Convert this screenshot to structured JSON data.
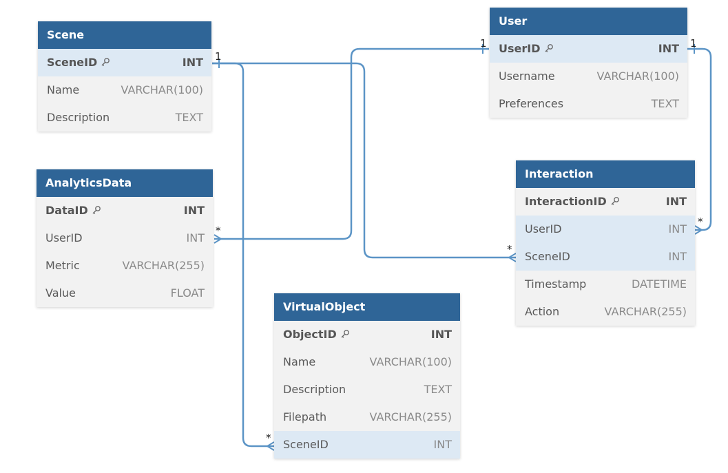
{
  "entities": {
    "scene": {
      "title": "Scene",
      "rows": [
        {
          "name": "SceneID",
          "type": "INT"
        },
        {
          "name": "Name",
          "type": "VARCHAR(100)"
        },
        {
          "name": "Description",
          "type": "TEXT"
        }
      ]
    },
    "analytics": {
      "title": "AnalyticsData",
      "rows": [
        {
          "name": "DataID",
          "type": "INT"
        },
        {
          "name": "UserID",
          "type": "INT"
        },
        {
          "name": "Metric",
          "type": "VARCHAR(255)"
        },
        {
          "name": "Value",
          "type": "FLOAT"
        }
      ]
    },
    "virtualobject": {
      "title": "VirtualObject",
      "rows": [
        {
          "name": "ObjectID",
          "type": "INT"
        },
        {
          "name": "Name",
          "type": "VARCHAR(100)"
        },
        {
          "name": "Description",
          "type": "TEXT"
        },
        {
          "name": "Filepath",
          "type": "VARCHAR(255)"
        },
        {
          "name": "SceneID",
          "type": "INT"
        }
      ]
    },
    "user": {
      "title": "User",
      "rows": [
        {
          "name": "UserID",
          "type": "INT"
        },
        {
          "name": "Username",
          "type": "VARCHAR(100)"
        },
        {
          "name": "Preferences",
          "type": "TEXT"
        }
      ]
    },
    "interaction": {
      "title": "Interaction",
      "rows": [
        {
          "name": "InteractionID",
          "type": "INT"
        },
        {
          "name": "UserID",
          "type": "INT"
        },
        {
          "name": "SceneID",
          "type": "INT"
        },
        {
          "name": "Timestamp",
          "type": "DATETIME"
        },
        {
          "name": "Action",
          "type": "VARCHAR(255)"
        }
      ]
    }
  },
  "cardinality": {
    "one": "1",
    "many": "*"
  },
  "colors": {
    "header": "#2f6597",
    "body": "#f2f2f2",
    "highlight_row": "#dde9f4",
    "connector": "#5b94c6"
  },
  "icons": {
    "primary_key": "key-icon"
  }
}
